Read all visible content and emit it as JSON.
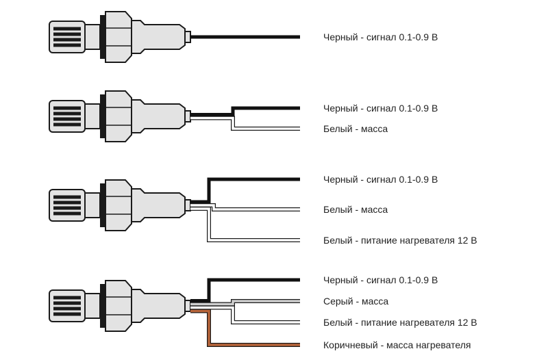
{
  "colors": {
    "black": "#111111",
    "white": "#ffffff",
    "gray": "#cfcfcf",
    "brown": "#b8653a",
    "outline": "#1a1a1a",
    "body": "#e3e3e3"
  },
  "sensors": [
    {
      "name": "sensor-1-wire",
      "wires": [
        {
          "color": "black",
          "label": "Черный - сигнал 0.1-0.9 В"
        }
      ]
    },
    {
      "name": "sensor-2-wire",
      "wires": [
        {
          "color": "black",
          "label": "Черный - сигнал 0.1-0.9 В"
        },
        {
          "color": "white",
          "label": "Белый - масса"
        }
      ]
    },
    {
      "name": "sensor-3-wire",
      "wires": [
        {
          "color": "black",
          "label": "Черный - сигнал 0.1-0.9 В"
        },
        {
          "color": "white",
          "label": "Белый - масса"
        },
        {
          "color": "white",
          "label": "Белый - питание нагревателя 12 В"
        }
      ]
    },
    {
      "name": "sensor-4-wire",
      "wires": [
        {
          "color": "black",
          "label": "Черный - сигнал 0.1-0.9 В"
        },
        {
          "color": "gray",
          "label": "Серый - масса"
        },
        {
          "color": "white",
          "label": "Белый - питание нагревателя 12 В"
        },
        {
          "color": "brown",
          "label": "Коричневый - масса нагревателя"
        }
      ]
    }
  ]
}
